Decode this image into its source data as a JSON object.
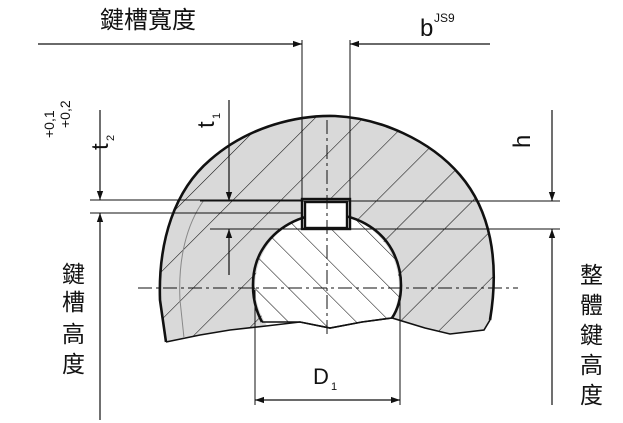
{
  "labels": {
    "keyway_width": "鍵槽寬度",
    "b": "b",
    "b_tolerance": "JS9",
    "t1": "t",
    "t1_sub": "1",
    "t2": "t",
    "t2_sub": "2",
    "t2_tol_upper": "+0,1",
    "t2_tol_lower": "+0,2",
    "h": "h",
    "D1": "D",
    "D1_sub": "1",
    "keyway_height": [
      "鍵",
      "槽",
      "高",
      "度"
    ],
    "total_keyway_height": [
      "整",
      "體",
      "鍵",
      "高",
      "度"
    ]
  },
  "colors": {
    "line": "#111111",
    "section_fill": "#d9d9d9",
    "hatch": "#111111",
    "background": "#ffffff"
  }
}
